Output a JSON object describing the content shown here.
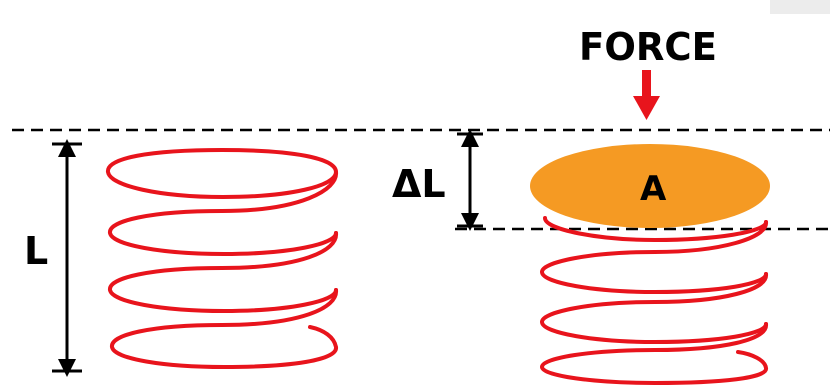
{
  "labels": {
    "force": "FORCE",
    "original_length": "L",
    "delta_length": "ΔL",
    "area": "A"
  },
  "colors": {
    "spring": "#e8141c",
    "force_arrow": "#e8141c",
    "plate": "#f59a23",
    "dimension": "#000000",
    "dashed_line": "#000000"
  }
}
